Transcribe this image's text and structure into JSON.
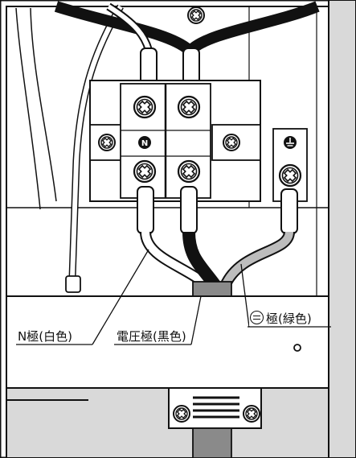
{
  "labels": {
    "neutral": "N極(白色)",
    "voltage": "電圧極(黒色)",
    "ground": "極(緑色)"
  },
  "markings": {
    "neutral_mark": "N"
  },
  "icons": {
    "ground_symbol": "earth-ground-icon"
  },
  "colors": {
    "background": "#ffffff",
    "panel_gray": "#d9d9d9",
    "black_wire": "#111111",
    "white_wire": "#eeeeee",
    "green_wire": "#bdbdbd"
  }
}
